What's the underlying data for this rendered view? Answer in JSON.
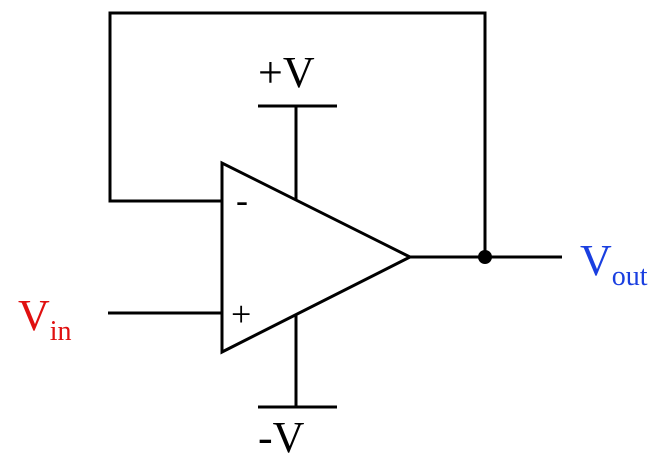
{
  "labels": {
    "pos_supply": "+V",
    "neg_supply": "-V",
    "vin_main": "V",
    "vin_sub": "in",
    "vout_main": "V",
    "vout_sub": "out",
    "inverting_sign": "-",
    "noninverting_sign": "+"
  },
  "colors": {
    "wire": "#000000",
    "vin": "#e01010",
    "vout": "#1a3fe0",
    "supply_text": "#000000"
  }
}
